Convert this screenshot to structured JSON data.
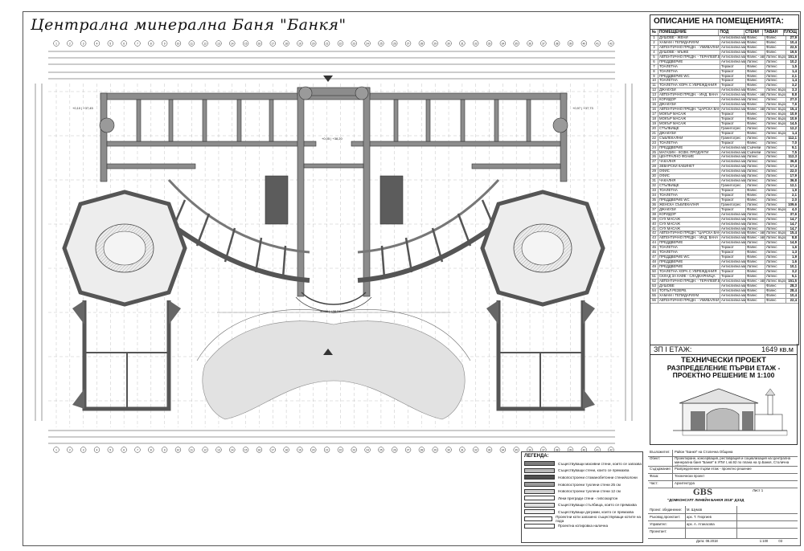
{
  "sheet": {
    "title": "Централна минерална Баня \"Банкя\""
  },
  "room_table": {
    "title": "ОПИСАНИЕ НА ПОМЕЩЕНИЯТА:",
    "headers": [
      "№",
      "ПОМЕЩЕНИЕ",
      "ПОД",
      "СТЕНИ",
      "ТАВАН",
      "ПЛОЩ"
    ],
    "rows": [
      [
        "1",
        "ДУШОВЕ - ЖЕНИ",
        "Антислипна мат.",
        "Фаянс",
        "Фаянс",
        "27,9"
      ],
      [
        "2",
        "ХАМАМ / ТЕПИДАРИУМ",
        "Антислипна мат.",
        "Фаянс",
        "Фаянс",
        "10,4"
      ],
      [
        "3",
        "АВТЕНТИЧНО ПРЕДН. - УМИВАЛНИ",
        "Антислипна мат.",
        "Фаянс",
        "Фаянс",
        "22,5"
      ],
      [
        "4",
        "ДУШОВЕ - МЪЖЕ",
        "Антислипна мат.",
        "Фаянс",
        "Фаянс",
        "19,5"
      ],
      [
        "5",
        "АВТЕНТИЧНО ПРЕДН. - ТЕРАПЕВТ.БАСЕЙН",
        "Антислипна мат.",
        "Фаянс - автент.",
        "Латекс върху",
        "151,6"
      ],
      [
        "6",
        "ПРЕДДВЕРИЕ",
        "Антислипна мат.",
        "Латекс",
        "Латекс",
        "10,2"
      ],
      [
        "7",
        "ТОАЛЕТНА",
        "Теракот",
        "Фаянс",
        "Латекс",
        "1,5"
      ],
      [
        "8",
        "ТОАЛЕТНА",
        "Теракот",
        "Фаянс",
        "Латекс",
        "1,4"
      ],
      [
        "9",
        "ПРЕДДВЕРИЕ WC",
        "Теракот",
        "Фаянс",
        "Латекс",
        "2,1"
      ],
      [
        "10",
        "ТОАЛЕТНА",
        "Теракот",
        "Фаянс",
        "Латекс",
        "1,4"
      ],
      [
        "11",
        "ТОАЛЕТНА ХОРА С УВРЕЖДАНИЯ",
        "Теракот",
        "Фаянс",
        "Латекс",
        "3,2"
      ],
      [
        "12",
        "ДЖАКУЗИ",
        "Антислипна мат.",
        "Фаянс",
        "Латекс върху",
        "3,3"
      ],
      [
        "13",
        "АВТЕНТИЧНО ПРЕДН. - ИНД. ВАНА",
        "Антислипна мат.",
        "Фаянс - автент.",
        "Латекс върху",
        "8,8"
      ],
      [
        "14",
        "КОРИДОР",
        "Антислипна мат.",
        "Латекс",
        "Латекс",
        "27,0"
      ],
      [
        "15",
        "ДЖАКУЗИ",
        "Антислипна мат.",
        "Фаянс",
        "Латекс върху",
        "7,6"
      ],
      [
        "16",
        "АВТЕНТИЧНО ПРЕДН. \"ЦАРСКА ВАНА\"",
        "Антислипна мат.",
        "Фаянс - автент.",
        "Латекс върху",
        "15,4"
      ],
      [
        "17",
        "МОКЪР МАСАЖ",
        "Теракот",
        "Фаянс",
        "Латекс върху",
        "10,9"
      ],
      [
        "18",
        "МОКЪР МАСАЖ",
        "Теракот",
        "Фаянс",
        "Латекс върху",
        "10,9"
      ],
      [
        "19",
        "МОКЪР МАСАЖ",
        "Теракот",
        "Фаянс",
        "Латекс върху",
        "14,5"
      ],
      [
        "20",
        "СТЪЛБИЩЕ",
        "Гранитогрес",
        "Латекс",
        "Латекс",
        "12,2"
      ],
      [
        "21",
        "ДЖАКУЗИ",
        "Теракот",
        "Фаянс",
        "Латекс върху",
        "1,4"
      ],
      [
        "22",
        "СЪБЛЕКАЛНИ",
        "Гранитогрес",
        "Латекс",
        "Латекс",
        "112,1"
      ],
      [
        "23",
        "ТОАЛЕТНА",
        "Теракот",
        "Фаянс",
        "Латекс",
        "7,0"
      ],
      [
        "24",
        "ПРЕДДВЕРИЕ",
        "Антислипна мат.",
        "Съвчеви",
        "Латекс",
        "9,1"
      ],
      [
        "25",
        "МАГАЗИН - КОЗМ. ПРОДУКТИ",
        "Антислипна мат.",
        "Съвчеви",
        "Латекс",
        "7,5"
      ],
      [
        "26",
        "ЦЕНТРАЛНО ФОАЙЕ",
        "Антислипна мат.",
        "Латекс",
        "Латекс",
        "112,3"
      ],
      [
        "27",
        "ЧАКАЛНЯ",
        "Антислипна мат.",
        "Латекс",
        "Латекс",
        "36,8"
      ],
      [
        "28",
        "ЗЕВАРСКИ КАБИНЕТ",
        "Антислипна мат.",
        "Латекс",
        "Латекс",
        "17,4"
      ],
      [
        "29",
        "ОФИС",
        "Антислипна мат.",
        "Латекс",
        "Латекс",
        "22,0"
      ],
      [
        "30",
        "ОФИС",
        "Антислипна мат.",
        "Латекс",
        "Латекс",
        "17,9"
      ],
      [
        "31",
        "ЧАКАЛНЯ",
        "Антислипна мат.",
        "Латекс",
        "Латекс",
        "36,8"
      ],
      [
        "32",
        "СТЪЛБИЩЕ",
        "Гранитогрес",
        "Латекс",
        "Латекс",
        "12,1"
      ],
      [
        "33",
        "ТОАЛЕТНА",
        "Теракот",
        "Фаянс",
        "Латекс",
        "1,9"
      ],
      [
        "34",
        "ТОАЛЕТНА",
        "Теракот",
        "Фаянс",
        "Латекс",
        "2,1"
      ],
      [
        "35",
        "ПРЕДДВЕРИЕ WC",
        "Теракот",
        "Фаянс",
        "Латекс",
        "2,0"
      ],
      [
        "36",
        "ЖЕНСКА СЪБЛЕКАЛНЯ",
        "Гранитогрес",
        "Латекс",
        "Латекс",
        "109,6"
      ],
      [
        "37",
        "ДЖАКУЗИ",
        "Теракот",
        "Фаянс",
        "Латекс върху",
        "4,0"
      ],
      [
        "38",
        "КОРИДОР",
        "Антислипна мат.",
        "Латекс",
        "Латекс",
        "37,6"
      ],
      [
        "39",
        "СУХ МАСАЖ",
        "Антислипна мат.",
        "Латекс",
        "Латекс",
        "14,7"
      ],
      [
        "40",
        "СУХ МАСАЖ",
        "Антислипна мат.",
        "Латекс",
        "Латекс",
        "14,7"
      ],
      [
        "41",
        "СУХ МАСАЖ",
        "Антислипна мат.",
        "Латекс",
        "Латекс",
        "14,7"
      ],
      [
        "42",
        "АВТЕНТИЧНО ПРЕДН. \"ЦАРСКА ВАНА\"",
        "Антислипна мат.",
        "Фаянс - автент.",
        "Латекс върху",
        "15,4"
      ],
      [
        "43",
        "АВТЕНТИЧНО ПРЕДН. - ИНД. ВАНА",
        "Антислипна мат.",
        "Фаянс - автент.",
        "Латекс върху",
        "8,8"
      ],
      [
        "44",
        "ПРЕДДВЕРИЕ",
        "Антислипна мат.",
        "Латекс",
        "Латекс",
        "14,9"
      ],
      [
        "45",
        "ТОАЛЕТНА",
        "Теракот",
        "Фаянс",
        "Латекс",
        "1,6"
      ],
      [
        "46",
        "ТОАЛЕТНА",
        "Теракот",
        "Фаянс",
        "Латекс",
        "1,3"
      ],
      [
        "47",
        "ПРЕДДВЕРИЕ WC",
        "Теракот",
        "Фаянс",
        "Латекс",
        "1,9"
      ],
      [
        "48",
        "ПРЕДДВЕРИЕ",
        "Антислипна мат.",
        "Фаянс",
        "Латекс",
        "1,6"
      ],
      [
        "49",
        "ПРЕДДВЕРИЕ",
        "Антислипна мат.",
        "Латекс",
        "Латекс",
        "10,1"
      ],
      [
        "50",
        "ТОАЛЕТНА ХОРА С УВРЕЖДАНИЯ",
        "Теракот",
        "Фаянс",
        "Латекс",
        "3,2"
      ],
      [
        "51",
        "СКЛАД ЗА КАФЕ - СЛАДКАРНИЦА",
        "Теракот",
        "Фаянс",
        "Латекс",
        "5,1"
      ],
      [
        "52",
        "АВТЕНТИЧНО ПРЕДН. - ТЕРАПЕВТ.БАСЕЙН",
        "Антислипна мат.",
        "Фаянс - автент.",
        "Латекс върху",
        "151,5"
      ],
      [
        "53",
        "ДУШОВЕ",
        "Антислипна мат.",
        "Фаянс",
        "Фаянс",
        "28,3"
      ],
      [
        "54",
        "ТОПЪЛ РЕЗЕРВ.",
        "Антислипна мат.",
        "Фаянс",
        "Фаянс",
        "28,4"
      ],
      [
        "55",
        "ХАМАМ / ТЕПИДАРИУМ",
        "Антислипна мат.",
        "Фаянс",
        "Фаянс",
        "10,4"
      ],
      [
        "56",
        "АВТЕНТИЧНО ПРЕДН. - УМИВАЛНИ",
        "Антислипна мат.",
        "Фаянс",
        "Фаянс",
        "22,4"
      ]
    ]
  },
  "summary": {
    "label": "ЗП I ЕТАЖ:",
    "value": "1649 кв.м"
  },
  "project": {
    "type": "ТЕХНИЧЕСКИ ПРОЕКТ",
    "line1": "РАЗПРЕДЕЛЕНИЕ ПЪРВИ ЕТАЖ -",
    "line2": "ПРОЕКТНО РЕШЕНИЕ  М 1:100"
  },
  "legend": {
    "title": "ЛЕГЕНДА:",
    "items": [
      "Съществуващи масивни стени, които се запазва",
      "Съществуващи стени, които се премахва",
      "Новопостроени стоманобетонни стени/колони",
      "Новопостроени тухлени стени 25 см",
      "Новопостроени тухлени стени 12 см",
      "Леки прегради стени - гипсокартон",
      "Съществуващи стълбища, които се премахва",
      "Съществуващи дограми, които се премахва",
      "Проектни коти запазено съществуващи котите на пода",
      "Проектна котировка налична"
    ],
    "colors": [
      "#7d7d7d",
      "#b9b9b9",
      "#4d4d4d",
      "#9a9a9a",
      "#d0d0d0",
      "#ffffff",
      "#e0e0e0",
      "#f0f0f0",
      "#ffffff",
      "#ffffff"
    ]
  },
  "title_block": {
    "site": {
      "key": "Възложител:",
      "value": "Район \"Банкя\" на Столична Община"
    },
    "object": {
      "key": "Обект:",
      "value": "Проектиране, консервация, реставрация и социализация на Централна минерална баня \"Банкя\" в УПИ I, кв.92 по плана на гр.Банкя, Столична община"
    },
    "content": {
      "key": "Съдържание:",
      "value": "Разпределение първи етаж - проектно решение"
    },
    "phase": {
      "key": "Фаза:",
      "value": "Технически проект"
    },
    "part": {
      "key": "Част:",
      "value": "Архитектура"
    },
    "sheet_no": "Лист 1",
    "firm": "\"ДОМКОНСУЛТ ЛИНЕЙН БАНКЯ 2018\" ДЗЗД",
    "logo": "GBS",
    "signers": [
      {
        "role": "Проект. обединение:",
        "name": "М. Шумов"
      },
      {
        "role": "Ръковод.проектант:",
        "name": "арх. Т. Георгиев"
      },
      {
        "role": "Управител:",
        "name": "арх. А. Атанасова"
      },
      {
        "role": "Проектант:",
        "name": ""
      }
    ],
    "footer": [
      "Дата: 08.2018",
      "1:100",
      "03"
    ]
  },
  "drawing": {
    "upper_axis_nums": [
      "1",
      "2",
      "3",
      "4",
      "5",
      "6",
      "7",
      "8",
      "9",
      "10",
      "11",
      "12",
      "13",
      "14",
      "15",
      "16",
      "17",
      "18",
      "19",
      "20",
      "21",
      "22",
      "23",
      "24",
      "25",
      "26",
      "27",
      "28",
      "29",
      "30",
      "31",
      "32",
      "33",
      "34",
      "35",
      "36",
      "37",
      "38",
      "39",
      "40",
      "41",
      "42"
    ],
    "elev_left": "+0,10 | +37,45",
    "elev_right": "+0,97 | +37,73",
    "elev_center": "±0,00 | +38,24",
    "elev_foyer": "+0,05 | +38,20"
  }
}
